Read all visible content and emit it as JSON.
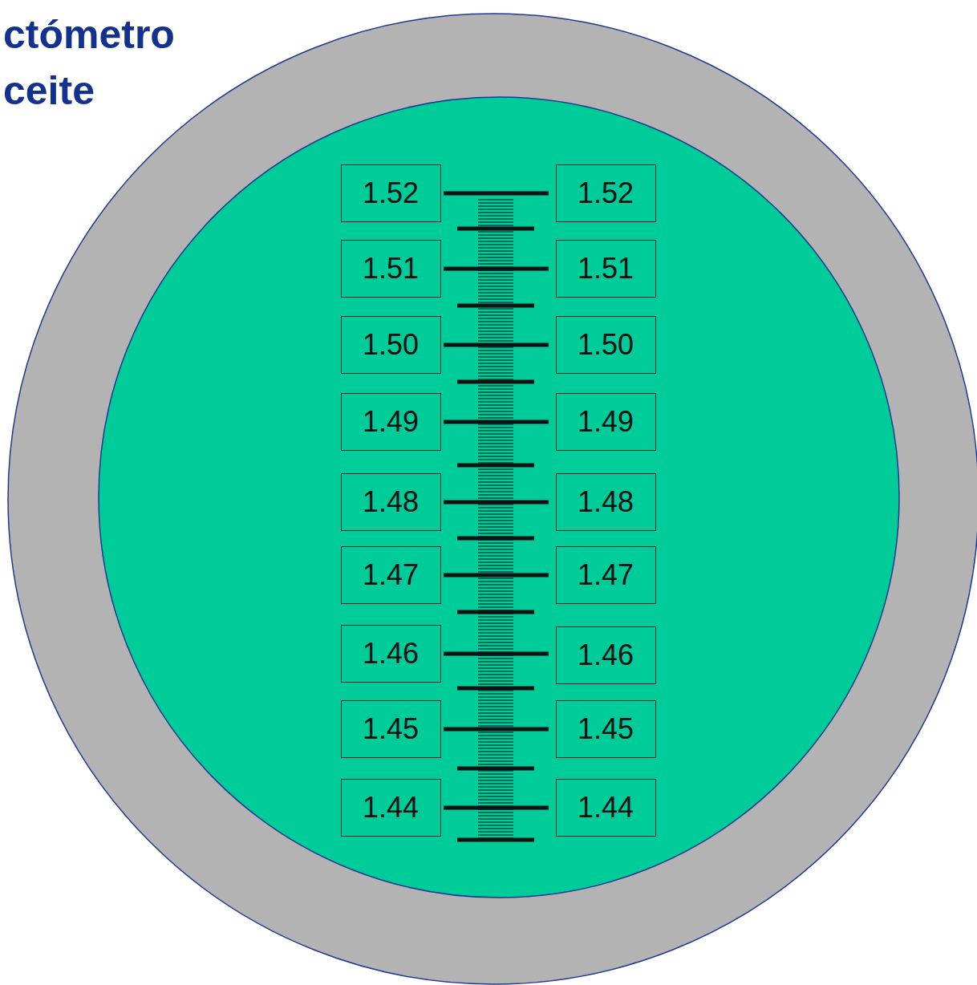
{
  "diagram": {
    "title": "ctómetro ceite",
    "nodes": [
      {
        "text": [
          "1.52"
        ]
      },
      {
        "text": [
          "1.52"
        ]
      },
      {
        "text": [
          "1.51"
        ]
      },
      {
        "text": [
          "1.51"
        ]
      },
      {
        "text": [
          "1.50"
        ]
      },
      {
        "text": [
          "1.50"
        ]
      },
      {
        "text": [
          "1.49"
        ]
      },
      {
        "text": [
          "1.49"
        ]
      },
      {
        "text": [
          "1.48"
        ]
      },
      {
        "text": [
          "1.48"
        ]
      },
      {
        "text": [
          "1.47"
        ]
      },
      {
        "text": [
          "1.47"
        ]
      },
      {
        "text": [
          "1.46"
        ]
      },
      {
        "text": [
          "1.46"
        ]
      },
      {
        "text": [
          "1.45"
        ]
      },
      {
        "text": [
          "1.45"
        ]
      },
      {
        "text": [
          "1.44"
        ]
      },
      {
        "text": [
          "1.44"
        ]
      }
    ]
  }
}
